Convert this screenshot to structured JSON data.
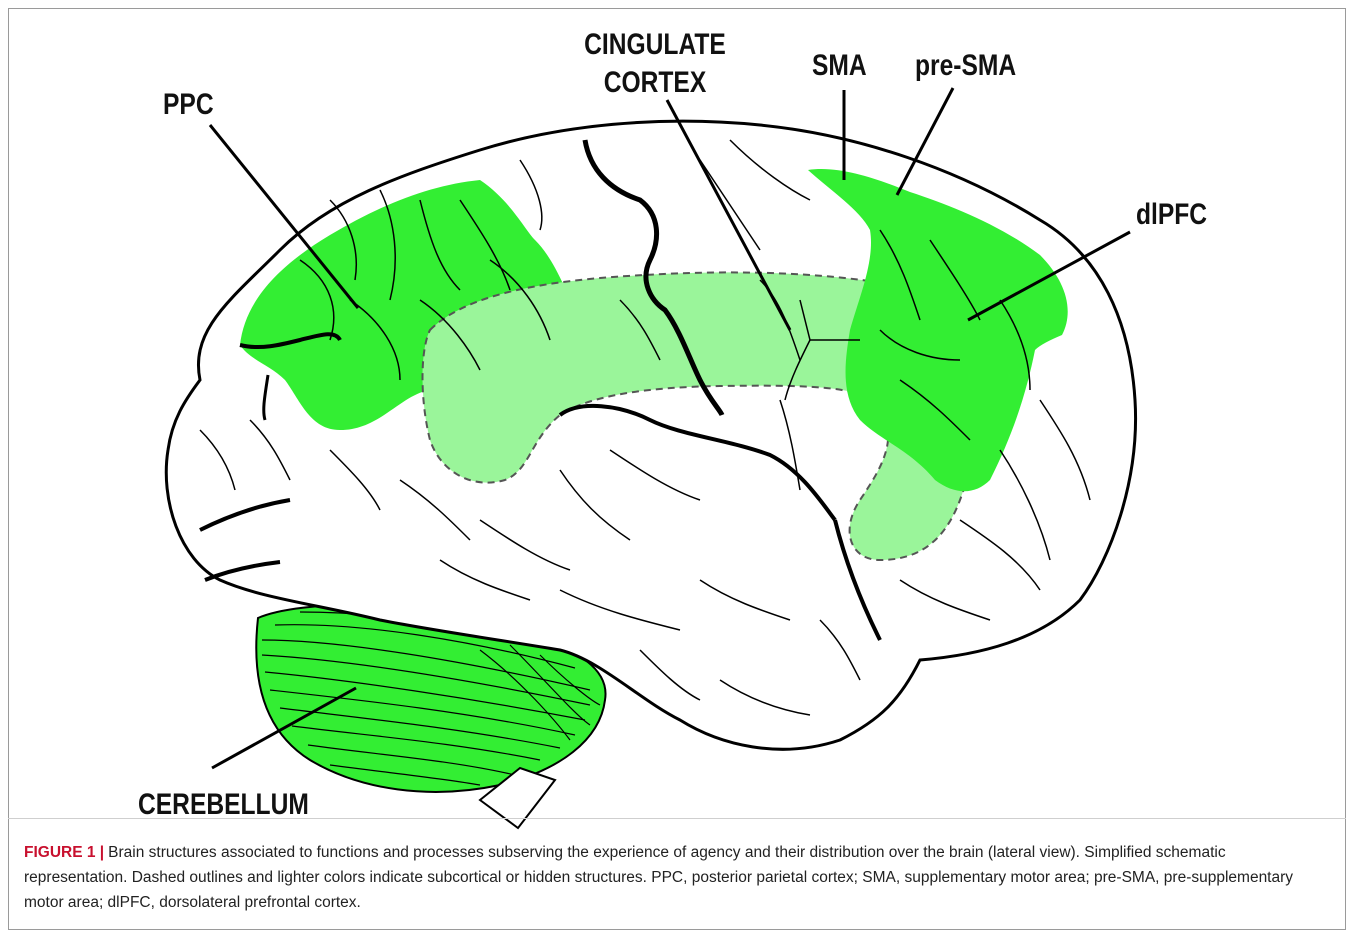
{
  "labels": {
    "ppc": "PPC",
    "cingulate_line1": "CINGULATE",
    "cingulate_line2": "CORTEX",
    "sma": "SMA",
    "pre_sma": "pre-SMA",
    "dlpfc": "dlPFC",
    "cerebellum": "CEREBELLUM"
  },
  "caption": {
    "figure_label": "FIGURE 1",
    "separator": "|",
    "text": "Brain structures associated to functions and processes subserving the experience of agency and their distribution over the brain (lateral view). Simplified schematic representation. Dashed outlines and lighter colors indicate subcortical or hidden structures. PPC, posterior parietal cortex; SMA, supplementary motor area; pre-SMA, pre-supplementary motor area; dlPFC, dorsolateral prefrontal cortex."
  },
  "colors": {
    "highlight": "#33ee33",
    "hidden_highlight": "#9af59a",
    "outline": "#000000",
    "figure_label": "#c8102e"
  }
}
